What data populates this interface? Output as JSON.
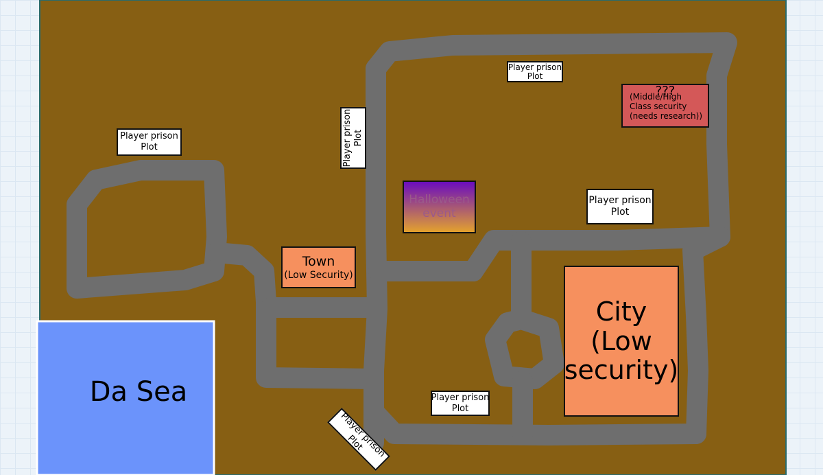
{
  "colors": {
    "ground": "#875f13",
    "road": "#6e6e6e",
    "sea": "#6b93fb",
    "zone_low": "#f6905e",
    "zone_unknown": "#d45858",
    "plot": "#ffffff",
    "halloween_top": "#6a0dbf",
    "halloween_bottom": "#e3a12e"
  },
  "map": {
    "sea": {
      "name": "Da Sea"
    },
    "town": {
      "name": "Town",
      "security": "(Low Security)"
    },
    "city": {
      "line1": "City",
      "line2": "(Low",
      "line3": "security)"
    },
    "unknown_zone": {
      "name": "???",
      "line1": "(Middle/High",
      "line2": "Class security",
      "line3": "(needs research))"
    },
    "halloween": {
      "line1": "Halloween",
      "line2": "event"
    },
    "plots": [
      {
        "line1": "Player prison",
        "line2": "Plot"
      },
      {
        "line1": "Player prison",
        "line2": "Plot"
      },
      {
        "line1": "Player prison",
        "line2": "Plot"
      },
      {
        "line1": "Player prison",
        "line2": "Plot"
      },
      {
        "line1": "Player prison",
        "line2": "Plot"
      },
      {
        "line1": "Player prison",
        "line2": "Plot"
      }
    ]
  }
}
